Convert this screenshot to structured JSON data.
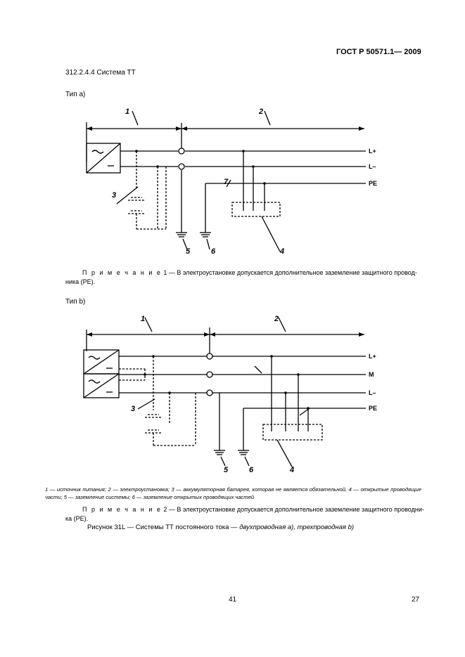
{
  "header": {
    "doc_number": "ГОСТ Р 50571.1— 2009"
  },
  "section": {
    "title": "312.2.4.4 Система ТТ"
  },
  "type_a": {
    "label": "Тип a)",
    "numbers": [
      "1",
      "2",
      "3",
      "4",
      "5",
      "6",
      "7"
    ],
    "wires": [
      "L+",
      "L–",
      "PE"
    ]
  },
  "note1": {
    "prefix": "П р и м е ч а н и е",
    "text": " 1 — В электроустановке  допускается  дополнительное  заземление защитного провод-",
    "cont": "ника (PE)."
  },
  "type_b": {
    "label": "Тип b)",
    "numbers": [
      "1",
      "2",
      "3",
      "4",
      "5",
      "6"
    ],
    "wires": [
      "L+",
      "M",
      "L–",
      "PE"
    ]
  },
  "legend": {
    "text": "1 — источник питания; 2 — электроустановка; 3 — аккумуляторная батарея, которая не является обязательной, 4 — открытые проводящие части; 5 — заземление системы; 6 — заземление открытых проводящих частей"
  },
  "note2": {
    "prefix": "П р и м е ч а н и е",
    "text": " 2 — В электроустановке  допускается  дополнительное  заземление защитного проводни-",
    "cont": "ка (PE)."
  },
  "figure": {
    "title": "Рисунок 31L — Системы  ТТ  постоянного тока — ",
    "title_italic": "двухпроводная а), трехпроводная b)"
  },
  "footer": {
    "page_center": "41",
    "page_right": "27"
  }
}
